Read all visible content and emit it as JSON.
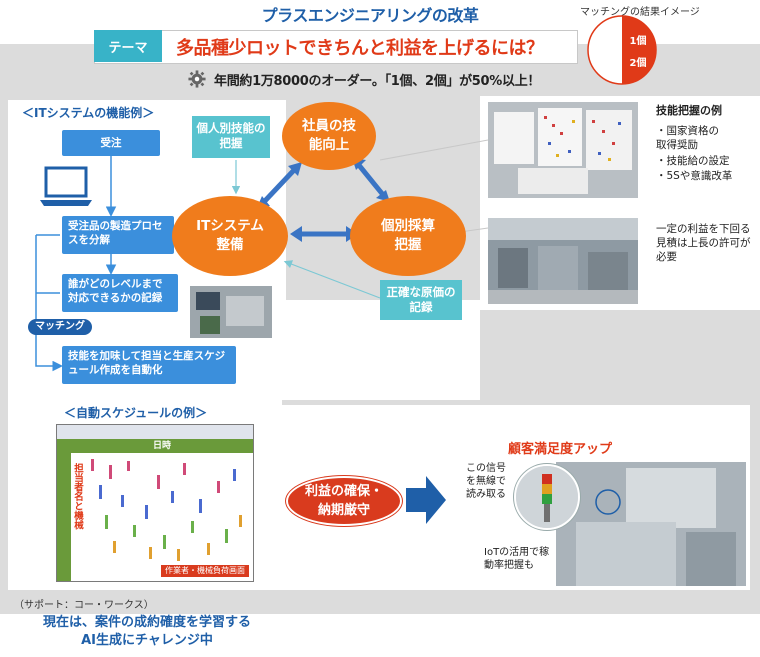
{
  "header": {
    "title": "プラスエンジニアリングの改革",
    "match_image_label": "マッチングの結果イメージ",
    "pie": {
      "label_1": "1個",
      "label_2": "2個",
      "share_1_and_2": 0.5
    }
  },
  "theme": {
    "tag": "テーマ",
    "text": "多品種少ロットできちんと利益を上げるには？"
  },
  "orders_note": "年間約1万8000のオーダー。「1個、2個」が50%以上！",
  "it_section": {
    "title": "＜ITシステムの機能例＞",
    "order_box": "受注",
    "steps": [
      "受注品の製造プロセスを分解",
      "誰がどのレベルまで対応できるかの記録",
      "技能を加味して担当と生産スケジュール作成を自動化"
    ],
    "matching_label": "マッチング"
  },
  "cycle": {
    "top": "社員の技能向上",
    "left": "ITシステム整備",
    "right": "個別採算把握",
    "skill_note": "個人別技能の把握",
    "cost_note": "正確な原価の記録"
  },
  "skill_example": {
    "title": "技能把握の例",
    "items": [
      "・国家資格の取得奨励",
      "・技能給の設定",
      "・5Sや意識改革"
    ]
  },
  "profit_note": "一定の利益を下回る見積は上長の許可が必要",
  "schedule_section": {
    "title": "＜自動スケジュールの例＞",
    "header": "日時",
    "side_label": "担当者名と機械",
    "footer_label": "作業者・機械負荷画面"
  },
  "result": {
    "pill": "利益の確保・納期厳守",
    "satisfaction": "顧客満足度アップ",
    "signal_note": "この信号を無線で読み取る",
    "iot_note": "IoTの活用で稼動率把握も"
  },
  "footer": {
    "support": "（サポート：コー・ワークス）",
    "ai_line_1": "現在は、案件の成約確度を学習する",
    "ai_line_2": "AI生成にチャレンジ中"
  },
  "colors": {
    "blue": "#1f5fa8",
    "orange": "#f07c1c",
    "red": "#e03a18",
    "teal": "#58c3cf",
    "box_blue": "#3b8fdc"
  }
}
